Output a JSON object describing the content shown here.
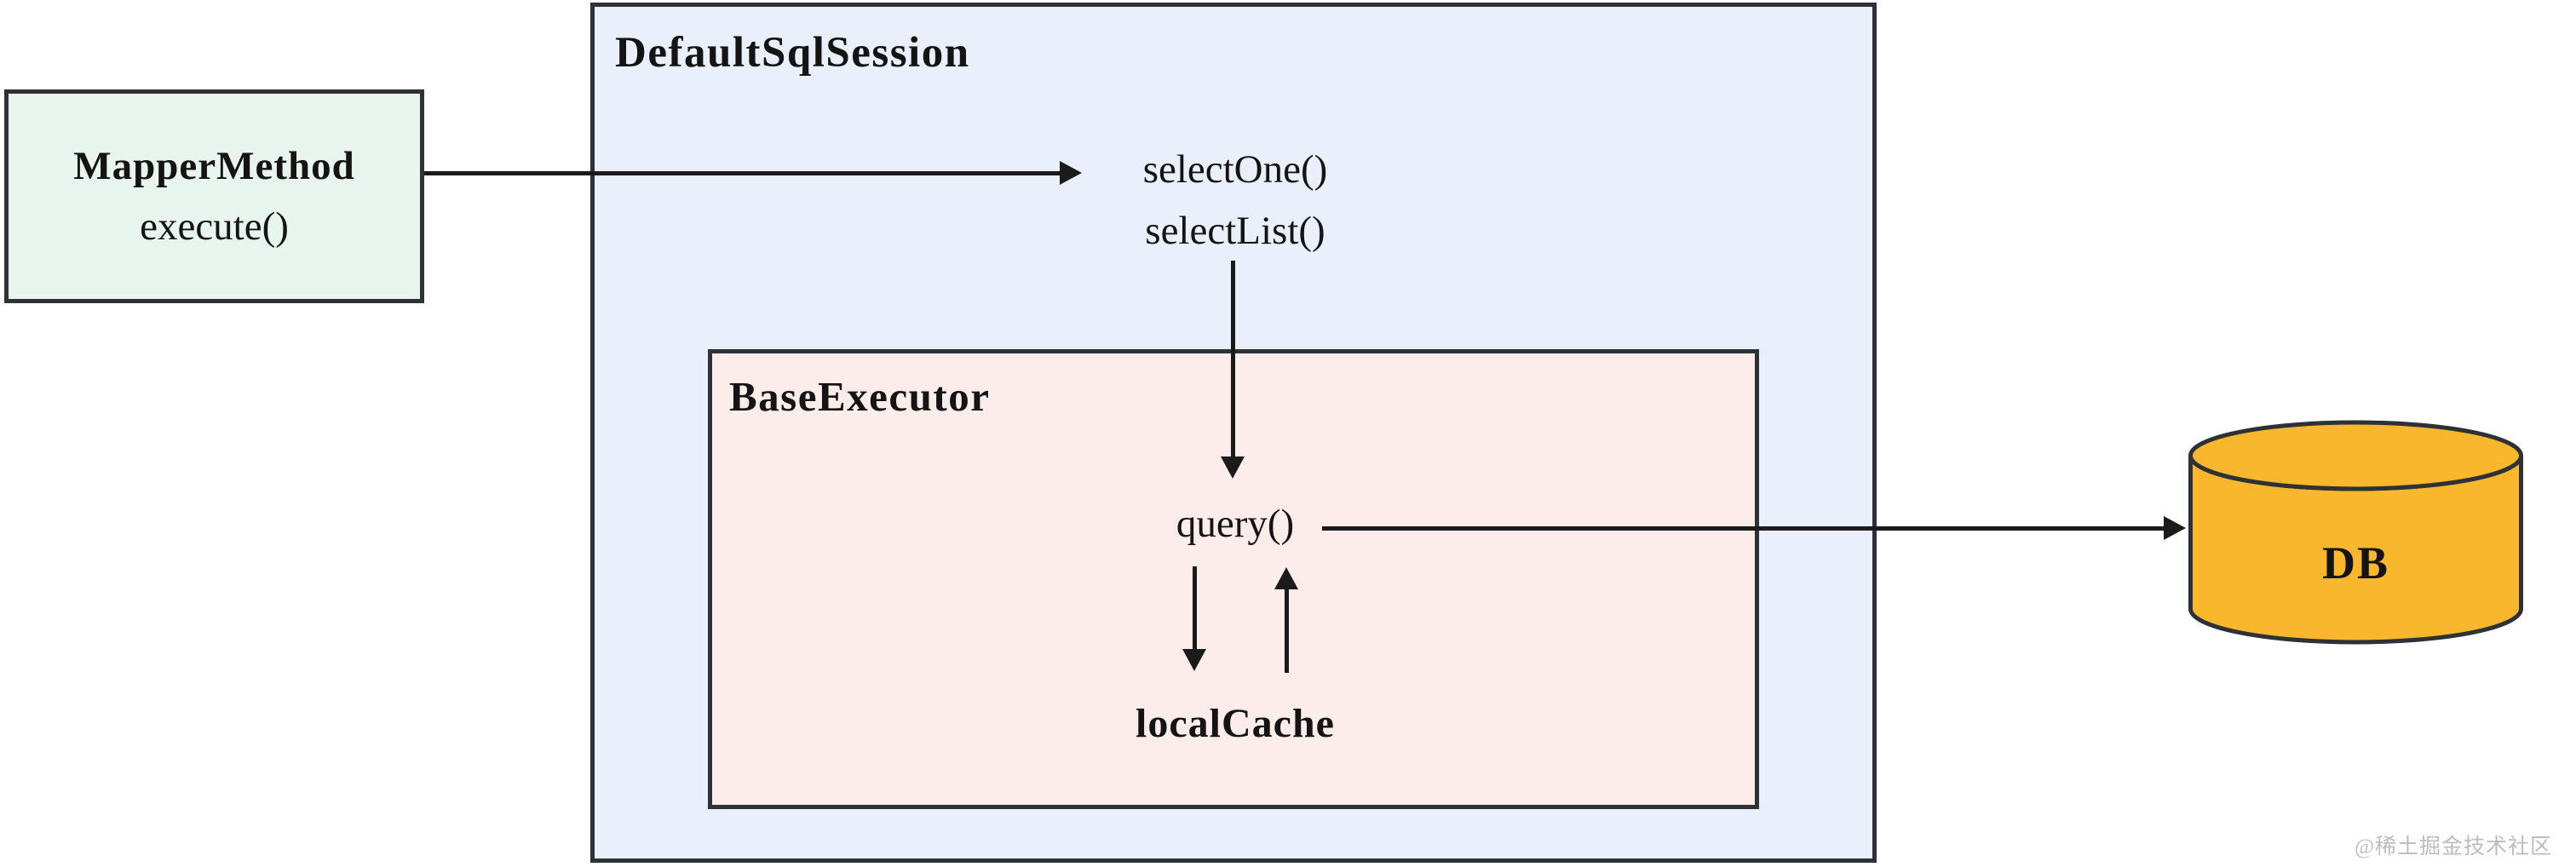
{
  "mapper_box": {
    "title": "MapperMethod",
    "method": "execute()"
  },
  "session_box": {
    "title": "DefaultSqlSession",
    "method_select_one": "selectOne()",
    "method_select_list": "selectList()"
  },
  "executor_box": {
    "title": "BaseExecutor",
    "method_query": "query()",
    "cache": "localCache"
  },
  "db": {
    "label": "DB"
  },
  "watermark": "@稀土掘金技术社区",
  "colors": {
    "box_border": "#2e3236",
    "arrow": "#1b1b1b",
    "mapper_fill": "#e8f4ee",
    "session_fill": "#eaf0fb",
    "executor_fill": "#fdedea",
    "db_fill": "#f9b72e",
    "text": "#141414",
    "watermark": "#bdbdbd",
    "background": "#ffffff"
  }
}
